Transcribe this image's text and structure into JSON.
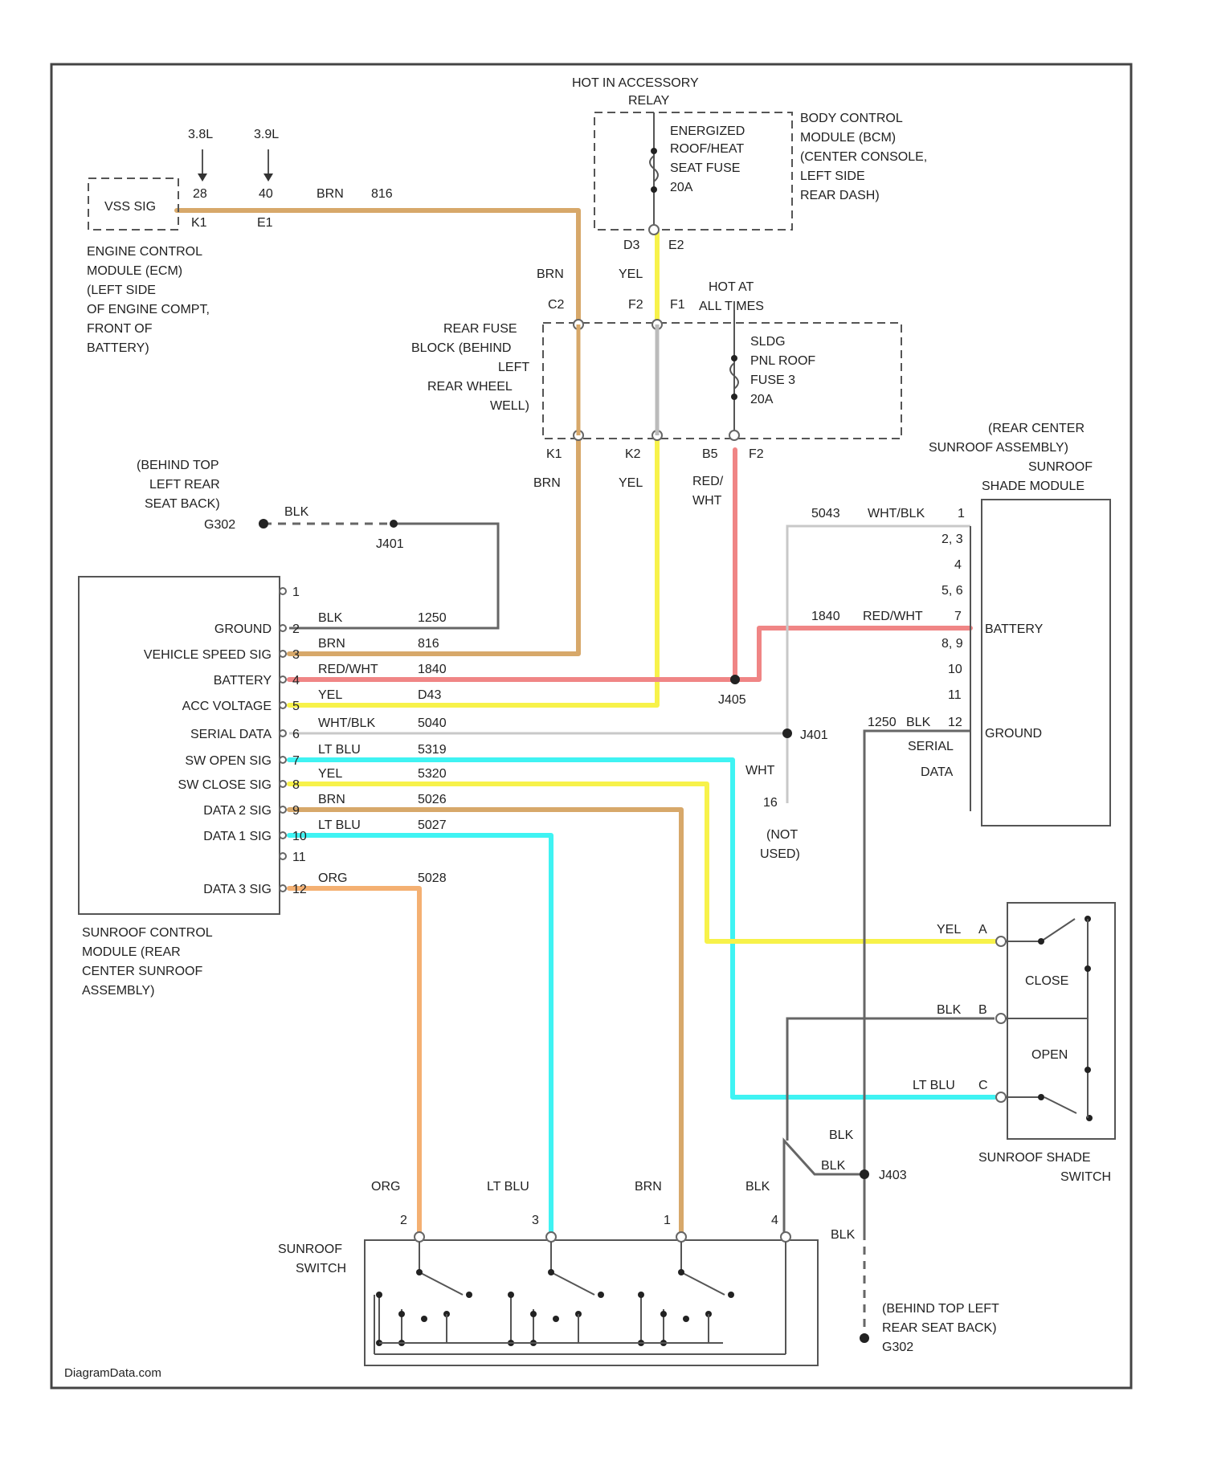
{
  "relay": {
    "title_line1": "HOT IN ACCESSORY",
    "title_line2": "RELAY"
  },
  "bcm": {
    "fuse": [
      "ENERGIZED",
      "ROOF/HEAT",
      "SEAT FUSE",
      "20A"
    ],
    "location": [
      "BODY CONTROL",
      "MODULE (BCM)",
      "(CENTER CONSOLE,",
      "LEFT SIDE",
      "REAR DASH)"
    ],
    "pin_left": "D3",
    "pin_right": "E2"
  },
  "ecm": {
    "engine_left": "3.8L",
    "engine_right": "3.9L",
    "pin1": "28",
    "pin2": "40",
    "wire_color": "BRN",
    "circuit": "816",
    "connector_a": "K1",
    "connector_b": "E1",
    "signal": "VSS SIG",
    "location": [
      "ENGINE CONTROL",
      "MODULE (ECM)",
      "(LEFT SIDE",
      "OF ENGINE COMPT,",
      "FRONT OF",
      "BATTERY)"
    ]
  },
  "rear_fuse_block": {
    "location": [
      "REAR FUSE",
      "BLOCK (BEHIND",
      "LEFT",
      "REAR WHEEL",
      "WELL)"
    ],
    "hot": [
      "HOT AT",
      "ALL TIMES"
    ],
    "fuse": [
      "SLDG",
      "PNL ROOF",
      "FUSE 3",
      "20A"
    ],
    "top_pins": [
      "C2",
      "F2",
      "F1"
    ],
    "bottom_pins": [
      "K1",
      "K2",
      "B5",
      "F2"
    ],
    "top_wire_colors": [
      "BRN",
      "YEL"
    ],
    "bottom_wire_colors": [
      "BRN",
      "YEL",
      "RED/",
      "WHT"
    ]
  },
  "ground_top": {
    "location": [
      "(BEHIND TOP",
      "LEFT REAR",
      "SEAT BACK)"
    ],
    "ground": "G302",
    "wire": "BLK",
    "splice": "J401"
  },
  "control_module": {
    "signals": [
      "GROUND",
      "VEHICLE SPEED SIG",
      "BATTERY",
      "ACC VOLTAGE",
      "SERIAL DATA",
      "SW OPEN SIG",
      "SW CLOSE SIG",
      "DATA 2 SIG",
      "DATA 1 SIG",
      "DATA 3 SIG"
    ],
    "pins": [
      "1",
      "2",
      "3",
      "4",
      "5",
      "6",
      "7",
      "8",
      "9",
      "10",
      "11",
      "12"
    ],
    "wire_colors": [
      "BLK",
      "BRN",
      "RED/WHT",
      "YEL",
      "WHT/BLK",
      "LT BLU",
      "YEL",
      "BRN",
      "LT BLU",
      "ORG"
    ],
    "circuits": [
      "1250",
      "816",
      "1840",
      "D43",
      "5040",
      "5319",
      "5320",
      "5026",
      "5027",
      "5028"
    ],
    "location": [
      "SUNROOF CONTROL",
      "MODULE (REAR",
      "CENTER SUNROOF",
      "ASSEMBLY)"
    ]
  },
  "splices": {
    "j405": "J405",
    "j401": "J401",
    "j403": "J403"
  },
  "shade_module": {
    "location": [
      "(REAR CENTER",
      "SUNROOF ASSEMBLY)",
      "SUNROOF",
      "SHADE MODULE"
    ],
    "serial": {
      "circuit": "5043",
      "wire": "WHT/BLK",
      "pin": "1"
    },
    "pins": [
      "2, 3",
      "4",
      "5, 6",
      "7",
      "8, 9",
      "10",
      "11",
      "12"
    ],
    "battery": {
      "circuit": "1840",
      "wire": "RED/WHT",
      "label": "BATTERY"
    },
    "ground": {
      "circuit": "1250",
      "wire": "BLK",
      "label": "GROUND"
    },
    "serial_data": [
      "SERIAL",
      "DATA"
    ],
    "not_used": {
      "wire": "WHT",
      "pin": "16",
      "note": [
        "(NOT",
        "USED)"
      ]
    }
  },
  "shade_switch": {
    "labels": [
      "CLOSE",
      "OPEN"
    ],
    "pins": [
      "A",
      "B",
      "C"
    ],
    "wires": [
      "YEL",
      "BLK",
      "LT BLU"
    ],
    "title": [
      "SUNROOF SHADE",
      "SWITCH"
    ],
    "blk_upper": "BLK",
    "blk_lower": "BLK",
    "splice": "J403"
  },
  "sunroof_switch": {
    "title": [
      "SUNROOF",
      "SWITCH"
    ],
    "wires": [
      "ORG",
      "LT BLU",
      "BRN",
      "BLK"
    ],
    "pins": [
      "2",
      "3",
      "1",
      "4"
    ],
    "blk_right": "BLK"
  },
  "ground_bottom": {
    "location": [
      "(BEHIND TOP LEFT",
      "REAR SEAT BACK)"
    ],
    "ground": "G302"
  },
  "footer": "DiagramData.com",
  "colors": {
    "yel": "#f7f24a",
    "tan": "#d7a86a",
    "red": "#f08585",
    "cyan": "#3ff3f3",
    "org": "#f4b072",
    "gray": "#8a8a8a",
    "lgray": "#c8c8c8"
  }
}
